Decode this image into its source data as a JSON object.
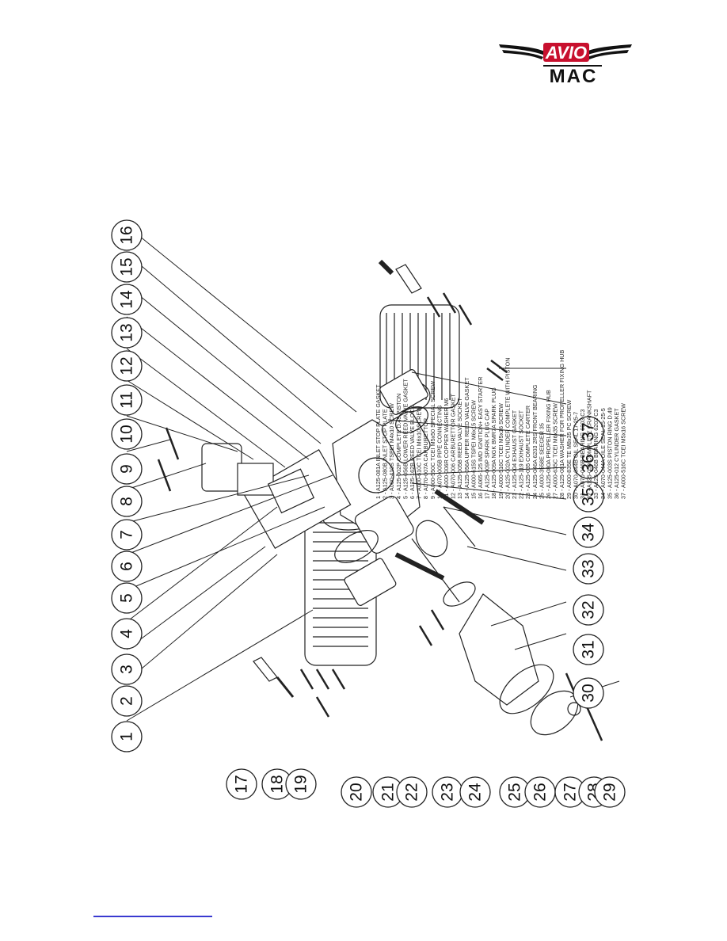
{
  "logo": {
    "top_text": "AVIO",
    "bottom_text": "MAC"
  },
  "callouts": [
    "1",
    "2",
    "3",
    "4",
    "5",
    "6",
    "7",
    "8",
    "9",
    "10",
    "11",
    "12",
    "13",
    "14",
    "15",
    "16",
    "17",
    "18",
    "19",
    "20",
    "21",
    "22",
    "23",
    "24",
    "25",
    "26",
    "27",
    "28",
    "29",
    "30",
    "31",
    "32",
    "33",
    "34",
    "35",
    "36",
    "37"
  ],
  "parts_list": [
    "1 - A125-081A   INLET STOP PLATE GASKET",
    "2 - A125-080B   INLET STOP PLATE",
    "3 - A000-410S   TSPEI M4x10 SCREW",
    "4 - A125-002P   COMPLETE D.49 PISTON",
    "5 - A125-056B   LOWER REED VALVE GASKET",
    "6 - A125-162B   REED VALVE BLOCK",
    "7 - A000-610C   TCEI M6x10 SCREW",
    "8 - A070-007A   CARBURETTOR",
    "9 - A000-550C   TCEI M5x50 SPECIAL SCREW",
    "10 - A070-005B   PIPE CONNECTING",
    "11 - A000-006R   COPPER WASHER M6",
    "12 - A070-006   CARBURETTOR GASKET",
    "13 - A125-005B   REED VALVE SOCKET",
    "14 - A125-056A   UPPER REED VALVE GASKET",
    "15 - A000-615S   TSPEI M6x15 SCREW",
    "16 - A065-125   IMD IGNITION+ EASY STARTER",
    "17 - A125-009P   SPARK PLUG CAP",
    "18 - A125-009A   NGK BMR7A SPARK PLUG",
    "19 - A000-516C   TCEI M5x16 SCREW",
    "20 - A125-002A   CYLINDER COMPLETE WITH PISTON",
    "21 - A125-004   EXHAUST GASKET",
    "22 - A125-119   EXHAUST SOCKET",
    "23 - A125-035   COMPLETE CARTER",
    "24 - A125-046A   6203 2RS FRONT BEARING",
    "25 - A000-3558E   SEEGER 35",
    "26 - A125-080A   PROPELLER FIXING HUB",
    "27 - A000-635C   TCEI M6x35 SCREW",
    "28 - A125-081A   WASHER FOR PROPELLER FIXING HUB",
    "29 - A000-835E   TE M8x35 PC SCREW",
    "30 - A070-044B   OIL SEAL 17-25-7",
    "31 - A070-046B   BEARING 6003 C3",
    "32 - A125-050   COMPLETE CRANKSHAFT",
    "33 - A125-046B   BEARING 6202 C3",
    "34 - A070-044A   OILE SEAL 15-25-5",
    "35 - A125-003S   PISTON RING D.49",
    "36 - A125-012   CYLINDER GASKET",
    "37 - A000-516C   TCEI M5x16 SCREW"
  ],
  "colors": {
    "logo_red": "#c8102e",
    "ink": "#111111",
    "link": "#3a3ad0"
  }
}
